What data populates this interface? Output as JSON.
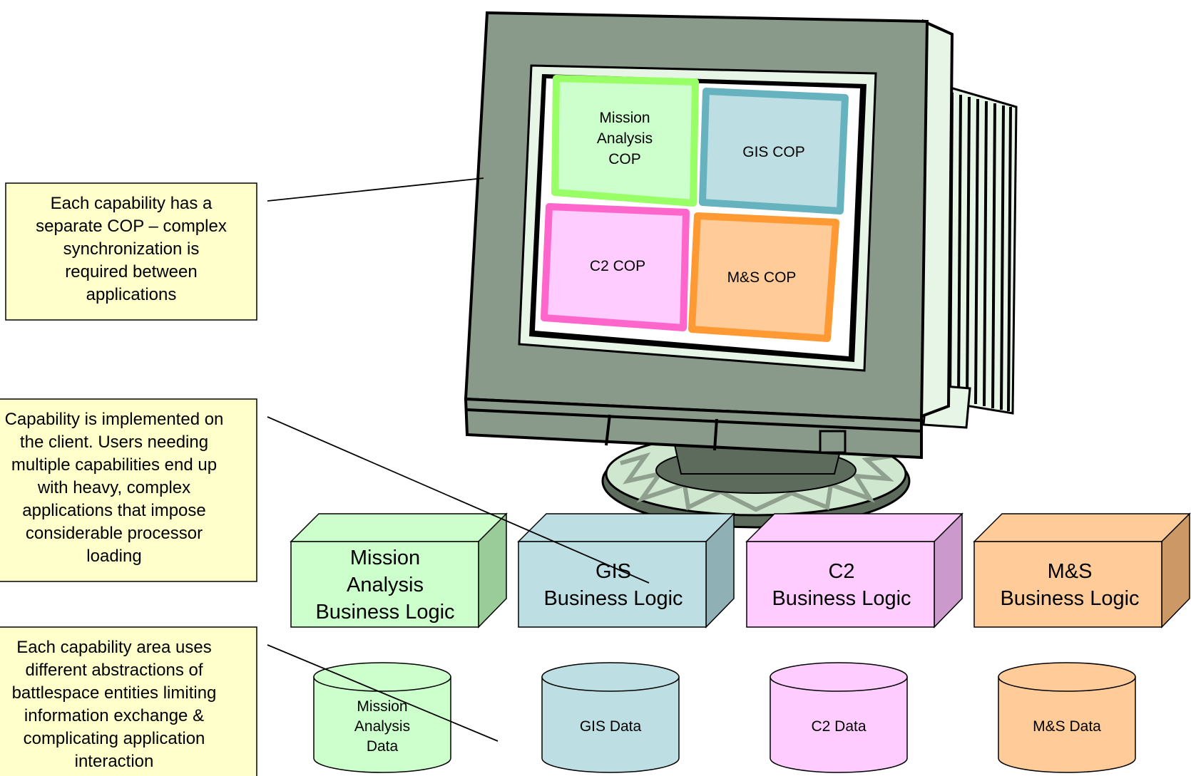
{
  "notes": {
    "cop": [
      "Each capability has a",
      "separate COP – complex",
      "synchronization is",
      "required between",
      "applications"
    ],
    "client": [
      "Capability is implemented on",
      "the client.  Users needing",
      "multiple capabilities end up",
      "with heavy, complex",
      "applications that impose",
      "considerable processor",
      "loading"
    ],
    "abstractions": [
      "Each capability area uses",
      "different abstractions of",
      "battlespace entities limiting",
      "information exchange &",
      "complicating application",
      "interaction"
    ]
  },
  "screen_panes": {
    "mission": [
      "Mission",
      "Analysis",
      "COP"
    ],
    "gis": [
      "GIS COP"
    ],
    "c2": [
      "C2 COP"
    ],
    "ms": [
      "M&S COP"
    ]
  },
  "logic_boxes": {
    "mission": [
      "Mission",
      "Analysis",
      "Business Logic"
    ],
    "gis": [
      "GIS",
      "Business Logic"
    ],
    "c2": [
      "C2",
      "Business Logic"
    ],
    "ms": [
      "M&S",
      "Business Logic"
    ]
  },
  "databases": {
    "mission": [
      "Mission",
      "Analysis",
      "Data"
    ],
    "gis": [
      "GIS Data"
    ],
    "c2": [
      "C2 Data"
    ],
    "ms": [
      "M&S Data"
    ]
  },
  "colors": {
    "note_fill": "#ffffcc",
    "mission_fill": "#ccffcc",
    "mission_edge": "#99ff66",
    "gis_fill": "#bddfe3",
    "gis_edge": "#66b3bf",
    "c2_fill": "#ffccff",
    "c2_edge": "#ff66cc",
    "ms_fill": "#ffcc99",
    "ms_edge": "#ff9933",
    "monitor_body": "#8a9a8a",
    "monitor_light": "#e6f5e6"
  }
}
